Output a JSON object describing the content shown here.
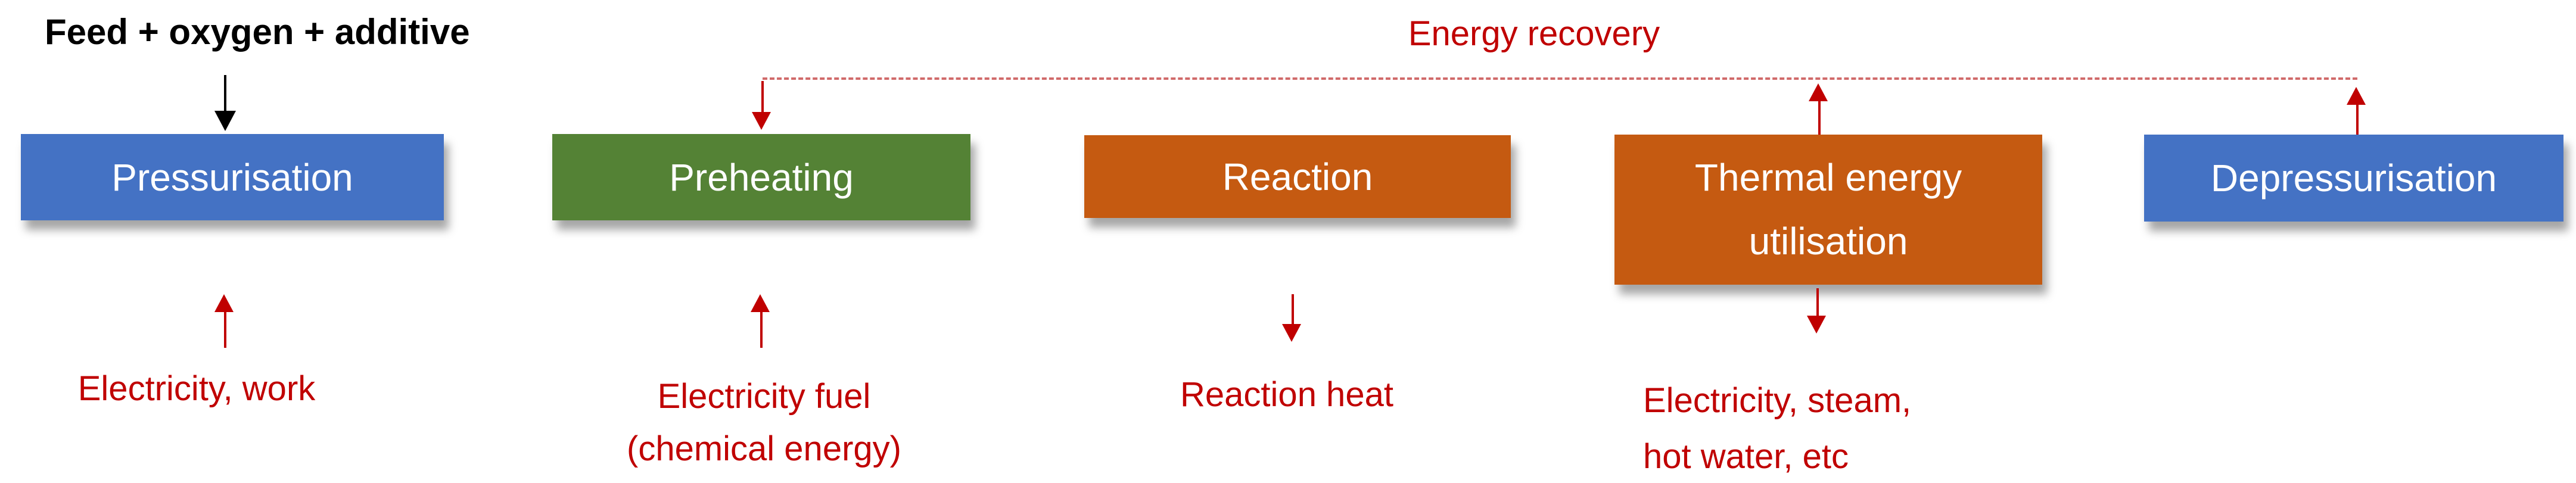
{
  "diagram": {
    "feed_label": "Feed + oxygen + additive",
    "energy_recovery_label": "Energy recovery",
    "stages": {
      "pressurisation": {
        "label": "Pressurisation"
      },
      "preheating": {
        "label": "Preheating"
      },
      "reaction": {
        "label": "Reaction"
      },
      "thermal": {
        "line1": "Thermal energy",
        "line2": "utilisation"
      },
      "depressurisation": {
        "label": "Depressurisation"
      }
    },
    "energy_flows": {
      "pressurisation_in": {
        "label": "Electricity, work",
        "direction": "in"
      },
      "preheating_in": {
        "line1": "Electricity fuel",
        "line2": "(chemical energy)",
        "direction": "in"
      },
      "reaction_out": {
        "label": "Reaction heat",
        "direction": "out"
      },
      "thermal_out": {
        "line1": "Electricity, steam,",
        "line2": "hot water, etc",
        "direction": "out"
      }
    },
    "colors": {
      "stage_blue": "#4472C4",
      "stage_green": "#548235",
      "stage_orange": "#C55A11",
      "energy_red": "#C00000",
      "dashed_line_red": "#D06A6A",
      "feed_text_black": "#000000"
    }
  }
}
